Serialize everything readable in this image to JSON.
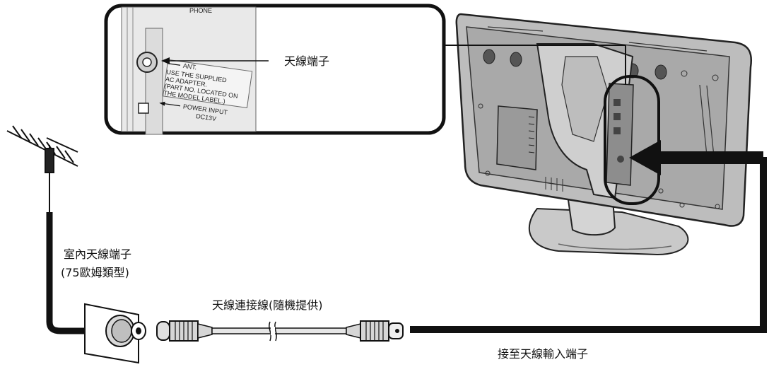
{
  "labels": {
    "antenna_terminal": "天線端子",
    "indoor_antenna_terminal": "室內天線端子",
    "indoor_antenna_type": "(75歐姆類型)",
    "antenna_cable": "天線連接線(隨機提供)",
    "connect_to_input": "接至天線輸入端子"
  },
  "panel": {
    "phone": "PHONE",
    "ant": "ANT.",
    "supplied_note": [
      "USE THE SUPPLIED",
      "AC ADAPTER.",
      "(PART NO. LOCATED ON",
      "THE MODEL LABEL.)"
    ],
    "power_input": "POWER INPUT",
    "voltage": "DC13V"
  }
}
